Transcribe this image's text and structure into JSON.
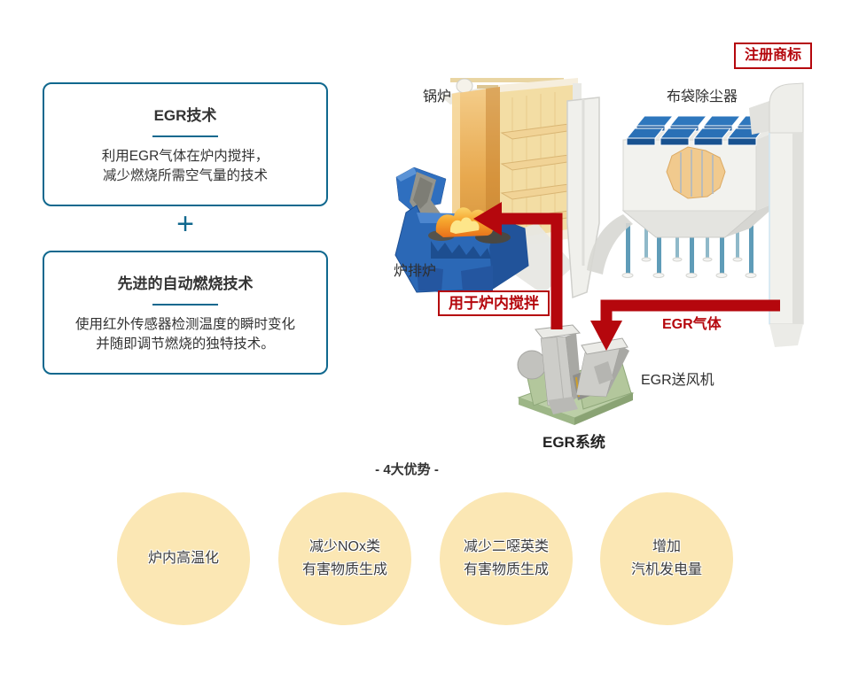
{
  "badges": {
    "trademark": "注册商标",
    "stirring": "用于炉内搅拌"
  },
  "feature_boxes": [
    {
      "title": "EGR技术",
      "line1": "利用EGR气体在炉内搅拌，",
      "line2": "减少燃烧所需空气量的技术"
    },
    {
      "title": "先进的自动燃烧技术",
      "line1": "使用红外传感器检测温度的瞬时变化",
      "line2": "并随即调节燃烧的独特技术。"
    }
  ],
  "plus": "+",
  "labels": {
    "boiler": "锅炉",
    "bag_filter": "布袋除尘器",
    "grate_furnace": "炉排炉",
    "egr_gas": "EGR气体",
    "egr_fan": "EGR送风机",
    "egr_system": "EGR系统"
  },
  "advantages": {
    "heading": "- 4大优势 -",
    "items": [
      {
        "line1": "炉内高温化",
        "line2": ""
      },
      {
        "line1": "减少NOx类",
        "line2": "有害物质生成"
      },
      {
        "line1": "减少二噁英类",
        "line2": "有害物质生成"
      },
      {
        "line1": "增加",
        "line2": "汽机发电量"
      }
    ]
  },
  "colors": {
    "accent_teal": "#10688e",
    "accent_red": "#b5070d",
    "circle_fill": "#fbe7b4",
    "boiler_orange": "#e8a94f",
    "furnace_blue": "#2b68b6",
    "base_green": "#b8cba3"
  }
}
